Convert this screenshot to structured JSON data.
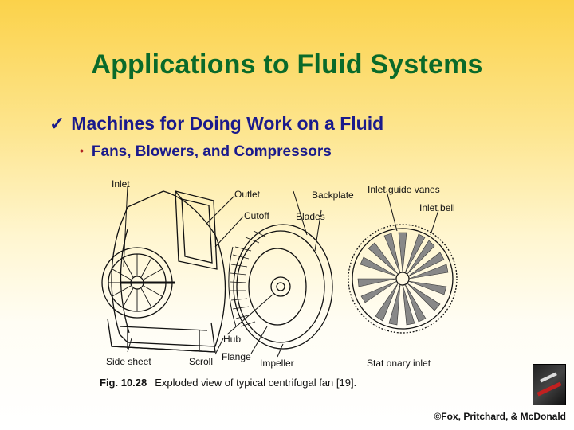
{
  "slide": {
    "title": "Applications to Fluid Systems",
    "bullet_level1": "Machines for Doing Work on a Fluid",
    "bullet_level2": "Fans, Blowers, and Compressors",
    "check_glyph": "✓",
    "dot_glyph": "•"
  },
  "figure": {
    "labels": {
      "inlet": "Inlet",
      "outlet": "Outlet",
      "cutoff": "Cutoff",
      "backplate": "Backplate",
      "blades": "Blades",
      "inlet_guide_vanes": "Inlet guide vanes",
      "inlet_bell": "Inlet bell",
      "hub": "Hub",
      "side_sheet": "Side sheet",
      "scroll": "Scroll",
      "flange": "Flange",
      "impeller": "Impeller",
      "stationary_inlet": "Stat onary inlet"
    },
    "caption_number": "Fig. 10.28",
    "caption_text": "Exploded view of typical centrifugal fan [19]."
  },
  "footer": {
    "copyright": "©Fox, Pritchard, & McDonald"
  }
}
